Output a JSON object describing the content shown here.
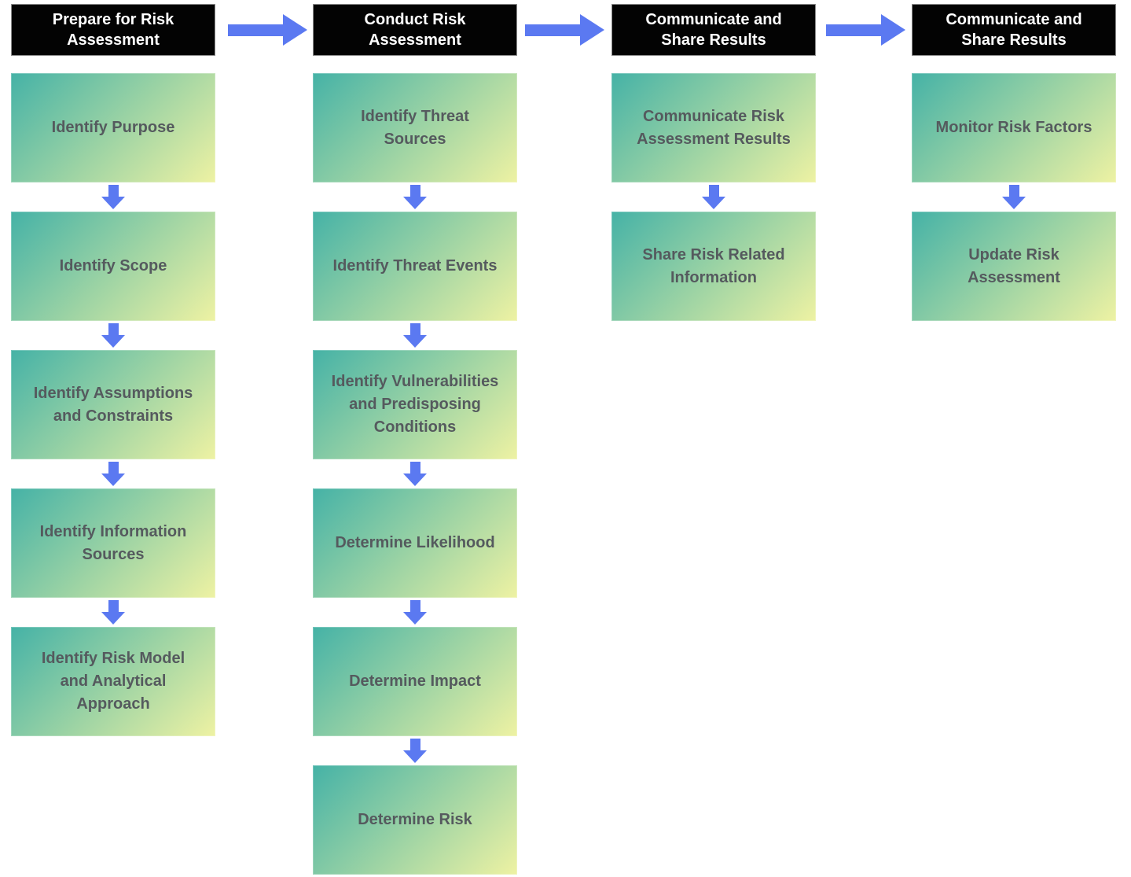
{
  "palette": {
    "arrow_blue": "#5b79f1",
    "header_bg": "#030303",
    "header_text": "#ffffff",
    "box_gradient_start": "#45b2a6",
    "box_gradient_end": "#eef2a3",
    "box_text": "#555a5e"
  },
  "columns": [
    {
      "header": "Prepare for Risk\nAssessment",
      "steps": [
        "Identify Purpose",
        "Identify Scope",
        "Identify Assumptions\nand Constraints",
        "Identify Information\nSources",
        "Identify Risk Model\nand Analytical\nApproach"
      ]
    },
    {
      "header": "Conduct Risk\nAssessment",
      "steps": [
        "Identify Threat\nSources",
        "Identify Threat Events",
        "Identify Vulnerabilities\nand Predisposing\nConditions",
        "Determine Likelihood",
        "Determine Impact",
        "Determine Risk"
      ]
    },
    {
      "header": "Communicate and\nShare Results",
      "steps": [
        "Communicate Risk\nAssessment Results",
        "Share Risk Related\nInformation"
      ]
    },
    {
      "header": "Communicate and\nShare Results",
      "steps": [
        "Monitor Risk Factors",
        "Update Risk\nAssessment"
      ]
    }
  ]
}
